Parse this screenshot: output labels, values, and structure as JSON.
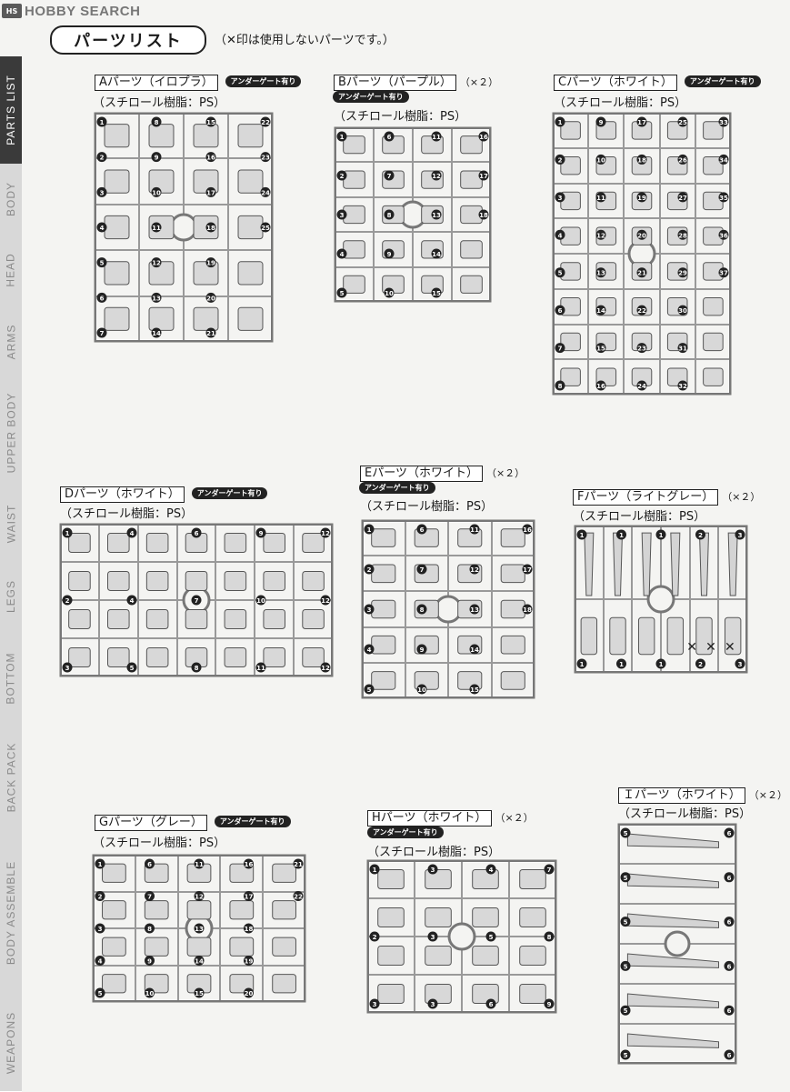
{
  "watermark": {
    "logo": "HS",
    "text": "HOBBY SEARCH"
  },
  "header": {
    "title": "パーツリスト",
    "note": "（✕印は使用しないパーツです。）"
  },
  "sidebar": [
    {
      "label": "PARTS LIST",
      "active": true
    },
    {
      "label": "BODY",
      "active": false
    },
    {
      "label": "HEAD",
      "active": false
    },
    {
      "label": "ARMS",
      "active": false
    },
    {
      "label": "UPPER BODY",
      "active": false
    },
    {
      "label": "WAIST",
      "active": false
    },
    {
      "label": "LEGS",
      "active": false
    },
    {
      "label": "BOTTOM",
      "active": false
    },
    {
      "label": "BACK PACK",
      "active": false
    },
    {
      "label": "BODY ASSEMBLE",
      "active": false
    },
    {
      "label": "WEAPONS",
      "active": false
    }
  ],
  "runners": {
    "a": {
      "name": "Aパーツ（イロプラ）",
      "qty": "",
      "badge": "アンダーゲート有り",
      "material": "（スチロール樹脂：PS）",
      "nums": [
        "1",
        "2",
        "3",
        "4",
        "5",
        "6",
        "7",
        "8",
        "9",
        "10",
        "11",
        "12",
        "13",
        "14",
        "15",
        "16",
        "17",
        "18",
        "19",
        "20",
        "21",
        "22",
        "23",
        "24",
        "25"
      ]
    },
    "b": {
      "name": "Bパーツ（パープル）",
      "qty": "（×２）",
      "badge": "アンダーゲート有り",
      "material": "（スチロール樹脂：PS）",
      "nums": [
        "1",
        "2",
        "3",
        "4",
        "5",
        "6",
        "7",
        "8",
        "9",
        "10",
        "11",
        "12",
        "13",
        "14",
        "15",
        "16",
        "17",
        "18"
      ]
    },
    "c": {
      "name": "Cパーツ（ホワイト）",
      "qty": "",
      "badge": "アンダーゲート有り",
      "material": "（スチロール樹脂：PS）",
      "nums": [
        "1",
        "2",
        "3",
        "4",
        "5",
        "6",
        "7",
        "8",
        "9",
        "10",
        "11",
        "12",
        "13",
        "14",
        "15",
        "16",
        "17",
        "18",
        "19",
        "20",
        "21",
        "22",
        "23",
        "24",
        "25",
        "26",
        "27",
        "28",
        "29",
        "30",
        "31",
        "32",
        "33",
        "34",
        "35",
        "36",
        "37"
      ]
    },
    "d": {
      "name": "Dパーツ（ホワイト）",
      "qty": "",
      "badge": "アンダーゲート有り",
      "material": "（スチロール樹脂：PS）",
      "nums": [
        "1",
        "2",
        "3",
        "4",
        "4",
        "5",
        "6",
        "7",
        "8",
        "9",
        "10",
        "11",
        "12",
        "12",
        "12"
      ]
    },
    "e": {
      "name": "Eパーツ（ホワイト）",
      "qty": "（×２）",
      "badge": "アンダーゲート有り",
      "material": "（スチロール樹脂：PS）",
      "nums": [
        "1",
        "2",
        "3",
        "4",
        "5",
        "6",
        "7",
        "8",
        "9",
        "10",
        "11",
        "12",
        "13",
        "14",
        "15",
        "16",
        "17",
        "18"
      ]
    },
    "f": {
      "name": "Fパーツ（ライトグレー）",
      "qty": "（×２）",
      "badge": "",
      "material": "（スチロール樹脂：PS）",
      "nums": [
        "1",
        "1",
        "1",
        "1",
        "1",
        "1",
        "2",
        "2",
        "3",
        "3"
      ]
    },
    "g": {
      "name": "Gパーツ（グレー）",
      "qty": "",
      "badge": "アンダーゲート有り",
      "material": "（スチロール樹脂：PS）",
      "nums": [
        "1",
        "2",
        "3",
        "4",
        "5",
        "6",
        "7",
        "8",
        "9",
        "10",
        "11",
        "12",
        "13",
        "14",
        "15",
        "16",
        "17",
        "18",
        "19",
        "20",
        "21",
        "22"
      ]
    },
    "h": {
      "name": "Hパーツ（ホワイト）",
      "qty": "（×２）",
      "badge": "アンダーゲート有り",
      "material": "（スチロール樹脂：PS）",
      "nums": [
        "1",
        "2",
        "3",
        "3",
        "3",
        "3",
        "4",
        "5",
        "6",
        "7",
        "8",
        "9"
      ]
    },
    "i": {
      "name": "Ｉパーツ（ホワイト）",
      "qty": "（×２）",
      "badge": "",
      "material": "（スチロール樹脂：PS）",
      "nums": [
        "5",
        "5",
        "5",
        "5",
        "5",
        "5",
        "6",
        "6",
        "6",
        "6",
        "6",
        "6"
      ]
    }
  },
  "unused_mark": "✕"
}
